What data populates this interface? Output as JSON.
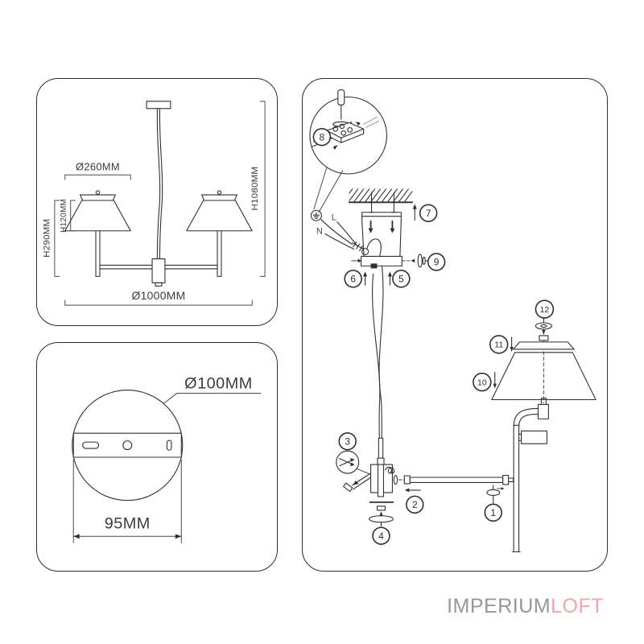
{
  "brand": {
    "name_primary": "IMPERIUM",
    "name_accent": "LOFT",
    "color_primary": "#97969b",
    "color_accent": "#f2a4a9"
  },
  "front_view": {
    "shade_diameter": "Ø260MM",
    "shade_height": "H120MM",
    "fixture_height": "H290MM",
    "overall_height": "H1080MM",
    "overall_width": "Ø1000MM"
  },
  "mount_plate": {
    "plate_diameter": "Ø100MM",
    "mount_spacing": "95MM"
  },
  "assembly": {
    "wire_live": "L",
    "wire_neutral": "N",
    "steps": {
      "s1": "1",
      "s2": "2",
      "s3": "3",
      "s4": "4",
      "s5": "5",
      "s6": "6",
      "s7": "7",
      "s8": "8",
      "s9": "9",
      "s10": "10",
      "s11": "11",
      "s12": "12"
    }
  }
}
